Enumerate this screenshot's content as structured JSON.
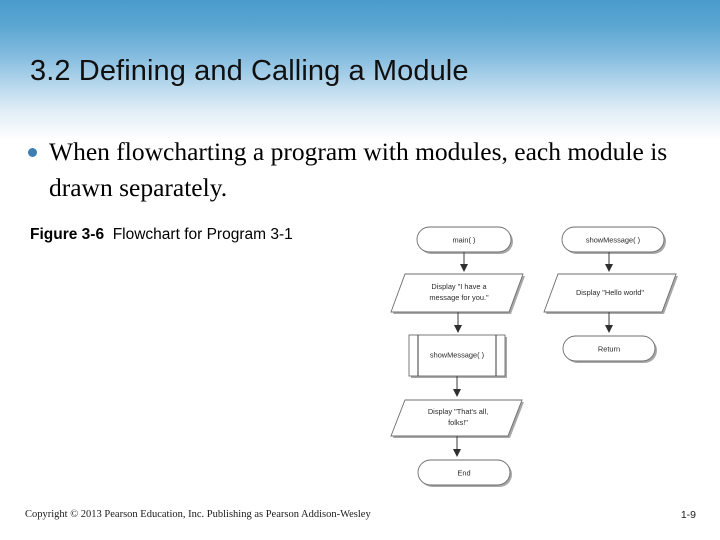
{
  "slide": {
    "title": "3.2  Defining and Calling a Module",
    "accent_top_color": "#4a9bcc",
    "bullet_color": "#3d7fb5",
    "bullets": [
      "When flowcharting a program with modules, each module is drawn separately."
    ]
  },
  "figure": {
    "label": "Figure 3-6",
    "caption": "Flowchart for Program 3-1"
  },
  "flowchart": {
    "columns": [
      {
        "name": "main-module",
        "nodes": [
          {
            "id": "main-terminal",
            "shape": "terminal",
            "text": "main( )"
          },
          {
            "id": "display-message",
            "shape": "parallelogram",
            "text_line1": "Display \"I have a",
            "text_line2": "message for you.\""
          },
          {
            "id": "call-showmessage",
            "shape": "predefined-process",
            "text": "showMessage( )"
          },
          {
            "id": "display-thats-all",
            "shape": "parallelogram",
            "text_line1": "Display \"That's all,",
            "text_line2": "folks!\""
          },
          {
            "id": "end-terminal",
            "shape": "terminal",
            "text": "End"
          }
        ]
      },
      {
        "name": "showmessage-module",
        "nodes": [
          {
            "id": "showmessage-terminal",
            "shape": "terminal",
            "text": "showMessage( )"
          },
          {
            "id": "display-hello-world",
            "shape": "parallelogram",
            "text": "Display \"Hello world\""
          },
          {
            "id": "return-terminal",
            "shape": "terminal",
            "text": "Return"
          }
        ]
      }
    ]
  },
  "footer": {
    "copyright": "Copyright © 2013 Pearson Education, Inc. Publishing as Pearson Addison-Wesley",
    "page_number": "1-9"
  }
}
